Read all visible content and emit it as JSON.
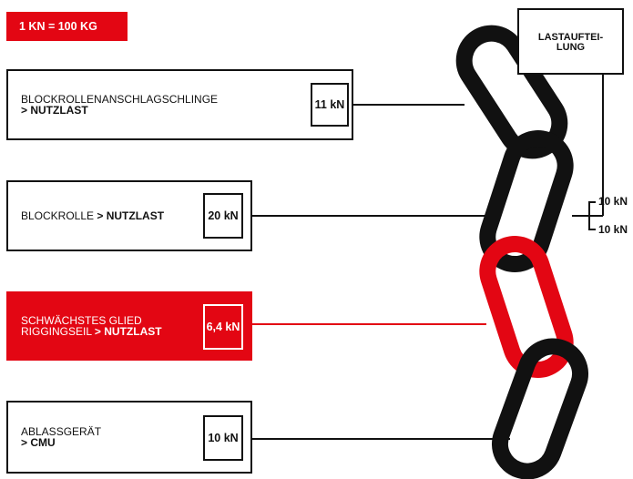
{
  "legend": {
    "text": "1 KN = 100 KG"
  },
  "load_distribution": {
    "line1": "LASTAUFTEI-",
    "line2": "LUNG"
  },
  "rows": [
    {
      "line1": "BLOCKROLLENANSCHLAGSCHLINGE",
      "line2_prefix": "",
      "line2_bold": "> NUTZLAST",
      "value": "11 kN"
    },
    {
      "line1": "",
      "line2_prefix": "BLOCKROLLE ",
      "line2_bold": "> NUTZLAST",
      "value": "20 kN"
    },
    {
      "line1": "SCHWÄCHSTES GLIED",
      "line2_prefix": "RIGGINGSEIL ",
      "line2_bold": "> NUTZLAST",
      "value": "6,4 kN"
    },
    {
      "line1": "ABLASSGERÄT",
      "line2_prefix": "",
      "line2_bold": "> CMU",
      "value": "10 kN"
    }
  ],
  "split": {
    "upper": "10 kN",
    "lower": "10 kN"
  },
  "colors": {
    "accent": "#e30613",
    "chain": "#111111"
  }
}
